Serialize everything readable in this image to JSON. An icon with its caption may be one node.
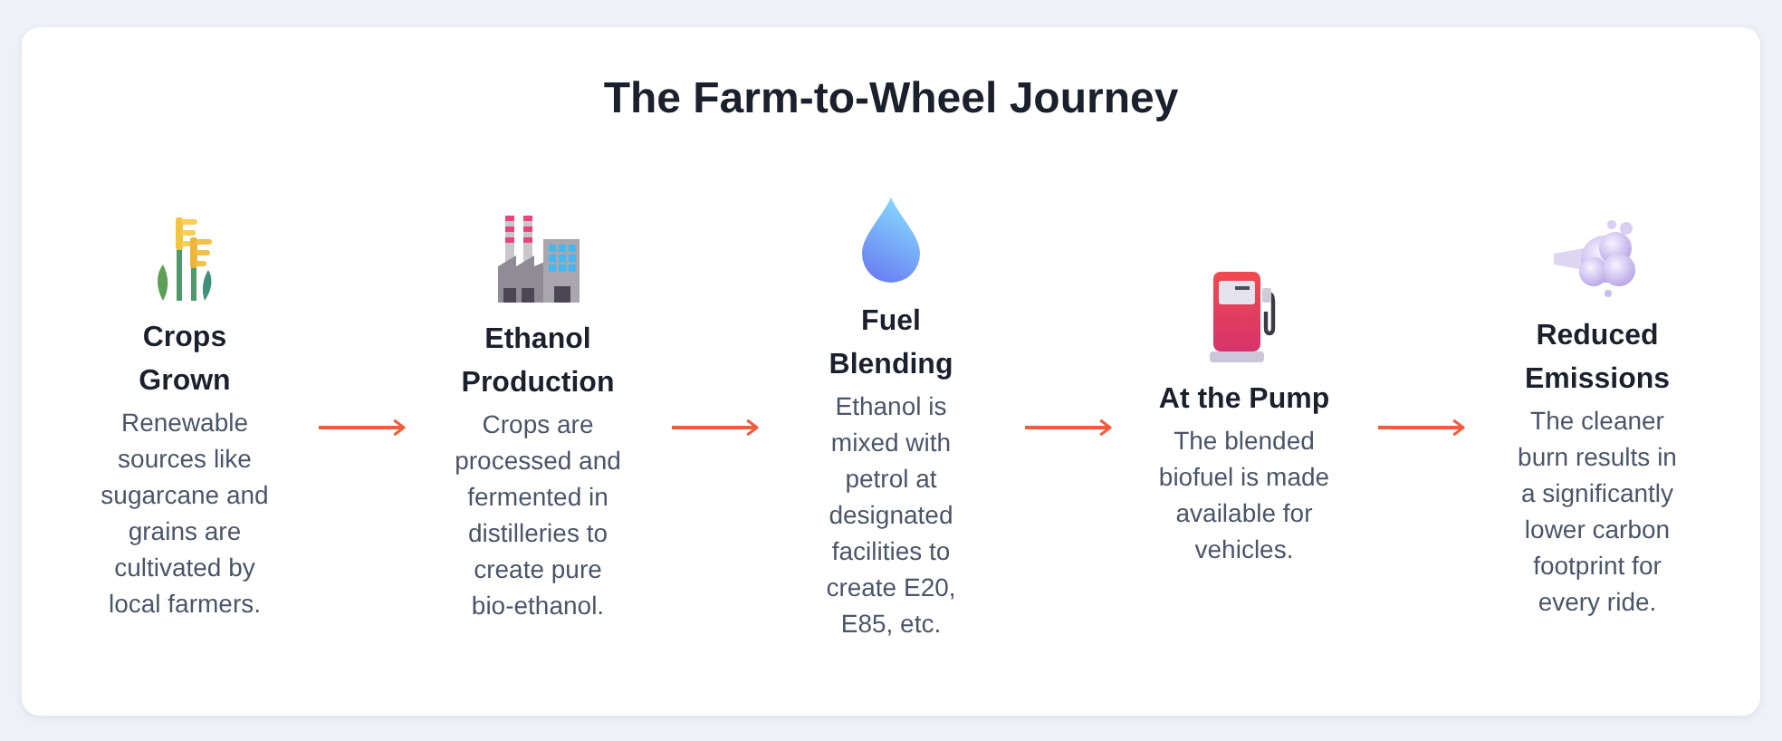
{
  "diagram": {
    "title": "The Farm-to-Wheel Journey",
    "nodes": [
      {
        "text": [
          "Crops Grown",
          "Renewable sources like sugarcane and grains are cultivated by local farmers."
        ]
      },
      {
        "text": [
          "Ethanol Production",
          "Crops are processed and fermented in distilleries to create pure bio-ethanol."
        ]
      },
      {
        "text": [
          "Fuel Blending",
          "Ethanol is mixed with petrol at designated facilities to create E20, E85, etc."
        ]
      },
      {
        "text": [
          "At the Pump",
          "The blended biofuel is made available for vehicles."
        ]
      },
      {
        "text": [
          "Reduced Emissions",
          "The cleaner burn results in a significantly lower carbon footprint for every ride."
        ]
      }
    ],
    "edges": [
      {
        "from": 0,
        "to": 1,
        "arrow": "to"
      },
      {
        "from": 1,
        "to": 2,
        "arrow": "to"
      },
      {
        "from": 2,
        "to": 3,
        "arrow": "to"
      },
      {
        "from": 3,
        "to": 4,
        "arrow": "to"
      }
    ]
  }
}
